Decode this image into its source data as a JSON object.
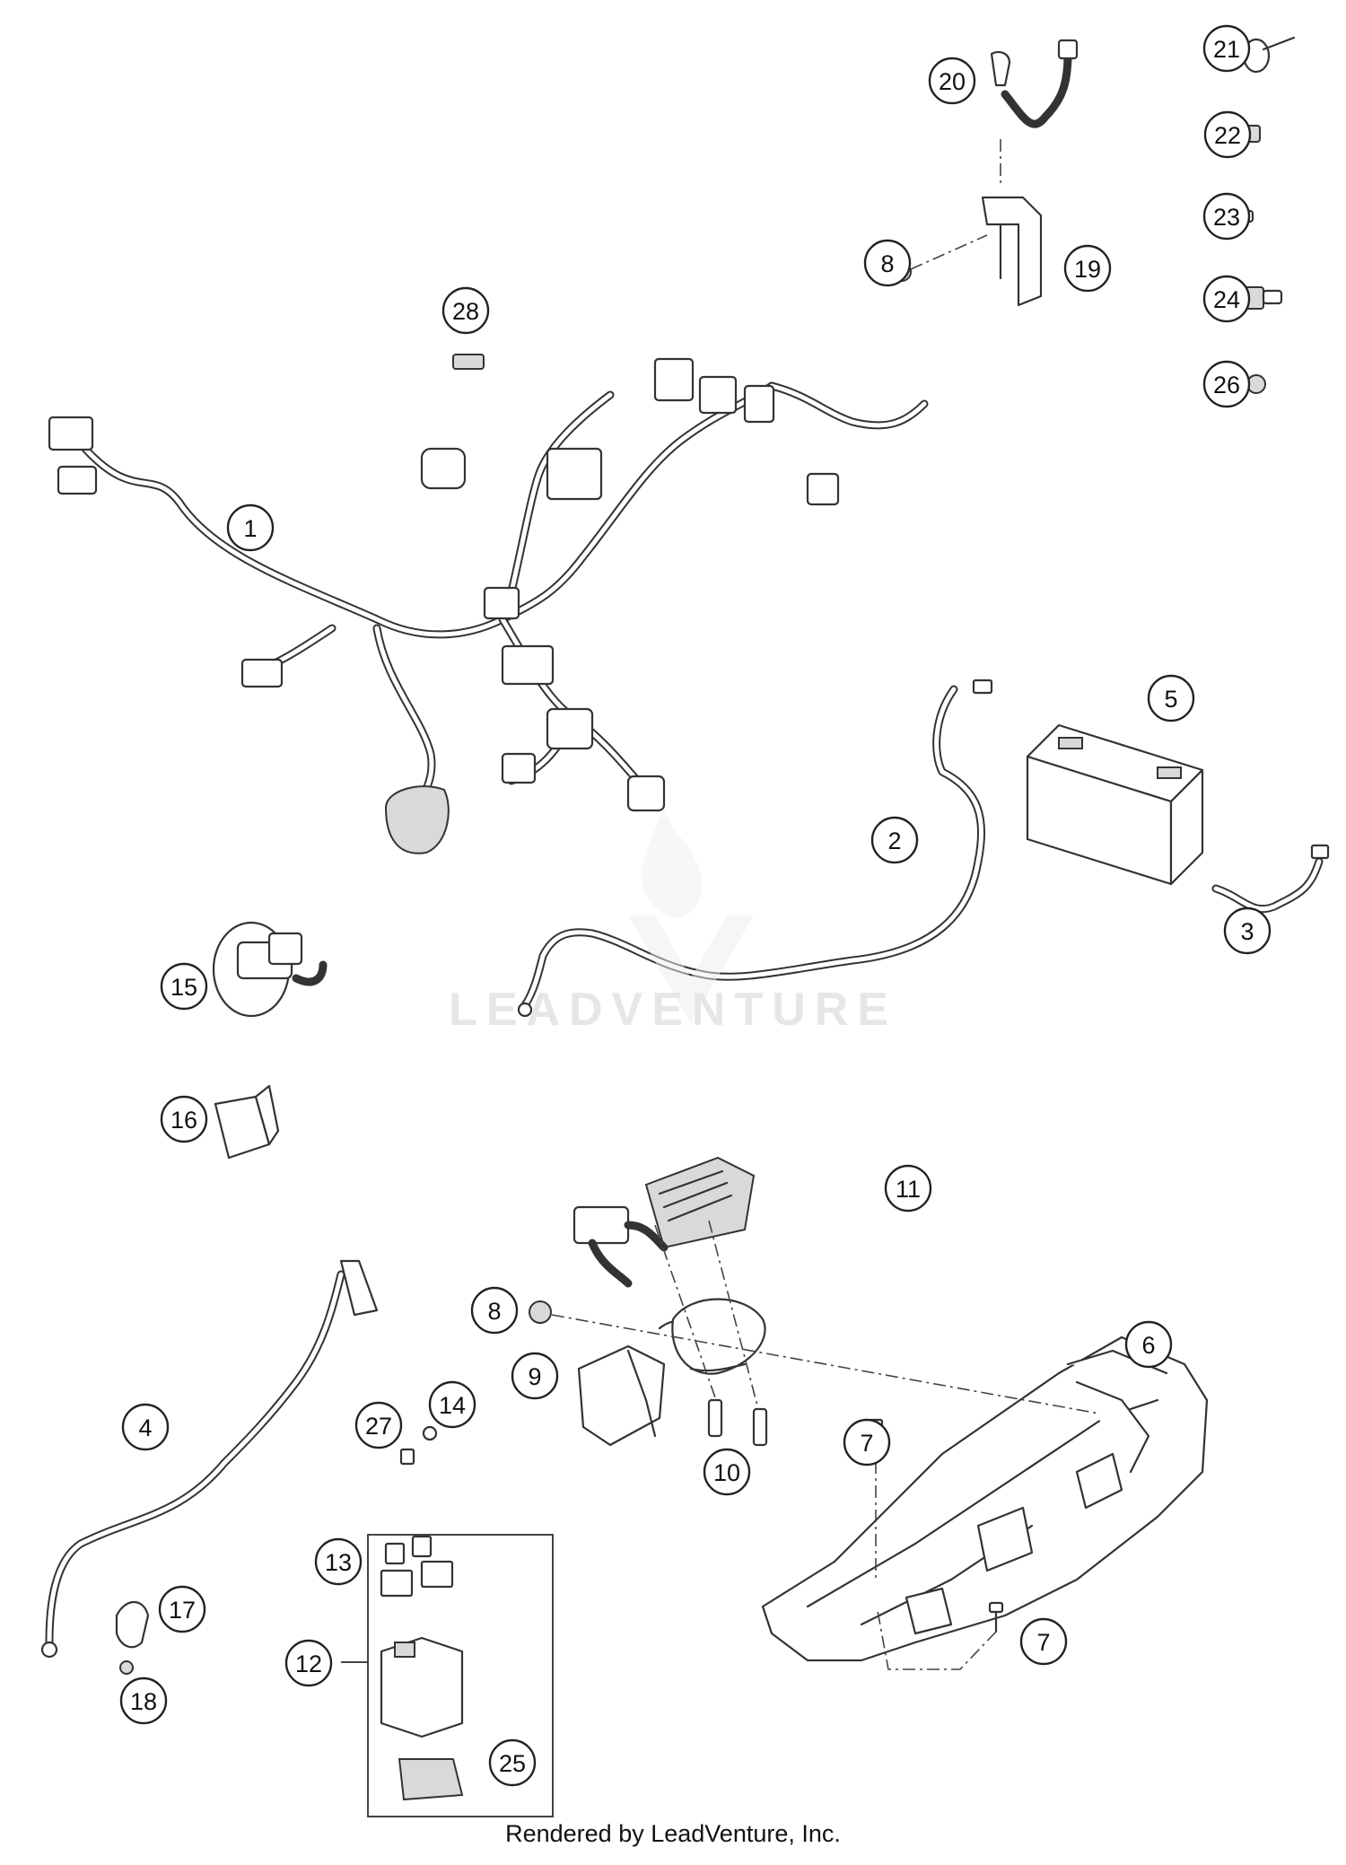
{
  "watermark": {
    "text": "LEADVENTURE"
  },
  "footer": {
    "text": "Rendered by LeadVenture, Inc."
  },
  "callouts": [
    {
      "label": "1"
    },
    {
      "label": "2"
    },
    {
      "label": "3"
    },
    {
      "label": "4"
    },
    {
      "label": "5"
    },
    {
      "label": "6"
    },
    {
      "label": "7"
    },
    {
      "label": "7"
    },
    {
      "label": "8"
    },
    {
      "label": "8"
    },
    {
      "label": "9"
    },
    {
      "label": "10"
    },
    {
      "label": "11"
    },
    {
      "label": "12"
    },
    {
      "label": "13"
    },
    {
      "label": "14"
    },
    {
      "label": "15"
    },
    {
      "label": "16"
    },
    {
      "label": "17"
    },
    {
      "label": "18"
    },
    {
      "label": "19"
    },
    {
      "label": "20"
    },
    {
      "label": "21"
    },
    {
      "label": "22"
    },
    {
      "label": "23"
    },
    {
      "label": "24"
    },
    {
      "label": "25"
    },
    {
      "label": "26"
    },
    {
      "label": "27"
    },
    {
      "label": "28"
    }
  ]
}
